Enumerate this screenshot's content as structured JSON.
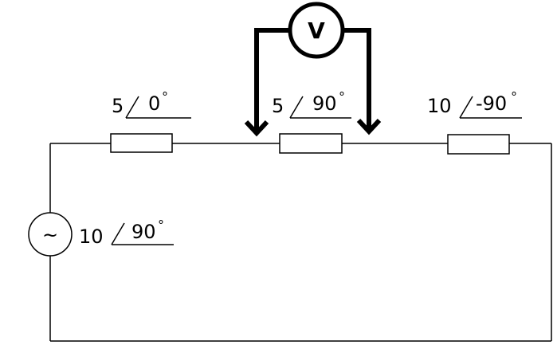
{
  "source": {
    "magnitude": "10",
    "angle": "90",
    "degree_symbol": "°",
    "symbol": "~"
  },
  "resistor1": {
    "magnitude": "5",
    "angle": "0",
    "degree_symbol": "°"
  },
  "resistor2": {
    "magnitude": "5",
    "angle": "90",
    "degree_symbol": "°"
  },
  "resistor3": {
    "magnitude": "10",
    "angle": "-90",
    "degree_symbol": "°"
  },
  "voltmeter": {
    "label": "V"
  }
}
